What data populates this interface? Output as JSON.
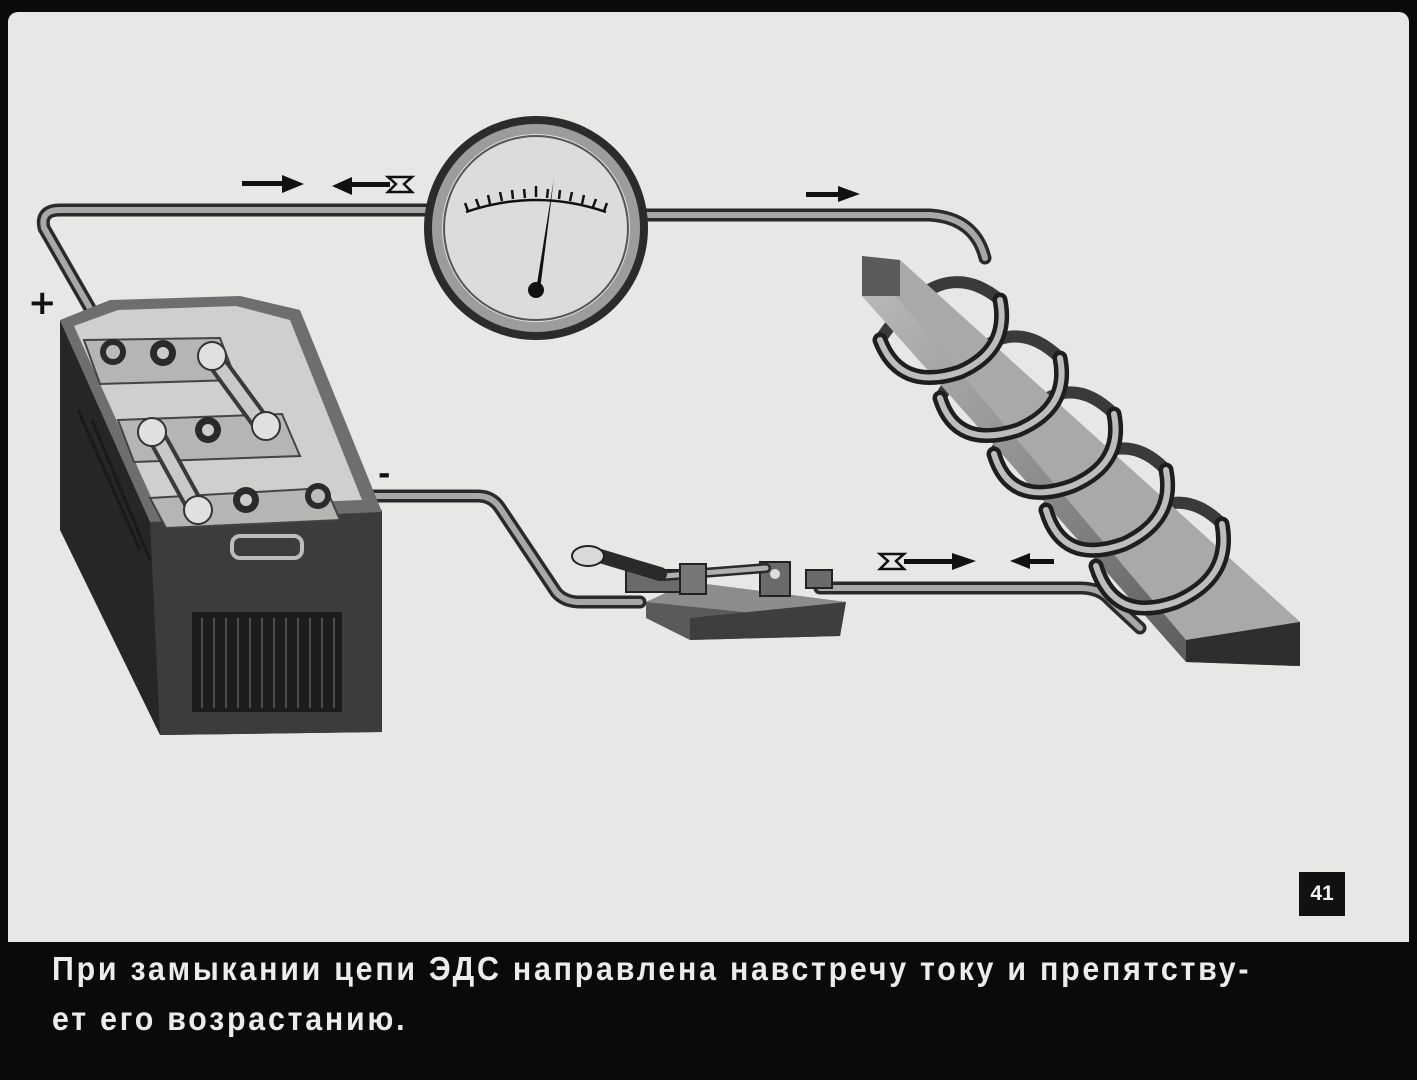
{
  "slide": {
    "number": "41",
    "caption_lines": [
      "При замыкании цепи ЭДС направлена навстречу току и препятству-",
      "ет его возрастанию."
    ]
  },
  "diagram": {
    "polarity": {
      "positive": "+",
      "negative": "-"
    },
    "components": [
      "battery",
      "galvanometer",
      "coil-on-iron-core",
      "knife-switch"
    ],
    "colors": {
      "paper": "#e7e7e5",
      "ink": "#111111",
      "metal": "#9a9a9a",
      "band": "#0a0a0a"
    }
  }
}
